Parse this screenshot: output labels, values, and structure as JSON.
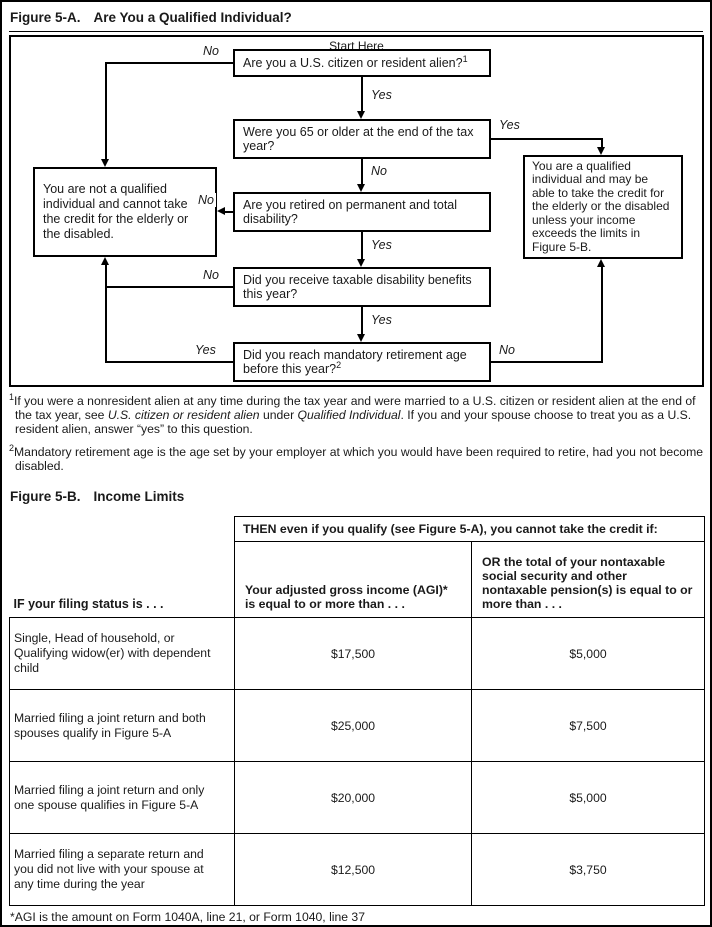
{
  "figure_5a": {
    "title_label": "Figure 5-A.",
    "title_text": "Are You a Qualified Individual?",
    "flowchart": {
      "start_here": "Start Here",
      "q1": "Are you a U.S. citizen or resident alien?",
      "q1_sup": "1",
      "q2": "Were you 65 or older at the end of the tax year?",
      "q3": "Are you retired on permanent and total disability?",
      "q4": "Did you receive taxable disability benefits this year?",
      "q5": "Did you reach mandatory retirement age before this year?",
      "q5_sup": "2",
      "outcome_not_qualified": "You are not a qualified individual and cannot take the credit for the elderly or the disabled.",
      "outcome_qualified": "You are a qualified individual and may be able to take the credit for the elderly or the disabled unless your income exceeds the limits in Figure 5-B.",
      "yes": "Yes",
      "no": "No"
    },
    "footnote1": {
      "sup": "1",
      "part1": "If you were a nonresident alien at any time during the tax year and were married to a U.S. citizen or resident alien at the end of the tax year, see ",
      "italic1": "U.S. citizen or resident alien",
      "part2": " under ",
      "italic2": "Qualified Individual",
      "part3": ". If you and your spouse choose to treat you as a U.S. resident alien, answer “yes” to this question."
    },
    "footnote2": {
      "sup": "2",
      "text": "Mandatory retirement age is the age set by your employer at which you would have been required to retire, had you not become disabled."
    }
  },
  "figure_5b": {
    "title_label": "Figure 5-B.",
    "title_text": "Income Limits",
    "table": {
      "then_header": "THEN even if you qualify (see Figure 5-A), you cannot take the credit if:",
      "stub_header": "IF your filing status is . . .",
      "agi_header": "Your adjusted gross income (AGI)* is equal to or more than . . .",
      "pension_header": "OR the total of your nontaxable social security and other nontaxable pension(s) is equal to or more than . . .",
      "rows": [
        {
          "status": "Single, Head of household, or Qualifying widow(er) with dependent child",
          "agi": "$17,500",
          "pension": "$5,000"
        },
        {
          "status": "Married filing a joint return and both spouses qualify in Figure 5-A",
          "agi": "$25,000",
          "pension": "$7,500"
        },
        {
          "status": "Married filing a joint return and only one spouse qualifies in Figure 5-A",
          "agi": "$20,000",
          "pension": "$5,000"
        },
        {
          "status": "Married filing a separate return and you did not live with your spouse at any time during the year",
          "agi": "$12,500",
          "pension": "$3,750"
        }
      ]
    },
    "footnote": "*AGI is the amount on Form 1040A, line 21, or Form 1040, line 37"
  }
}
